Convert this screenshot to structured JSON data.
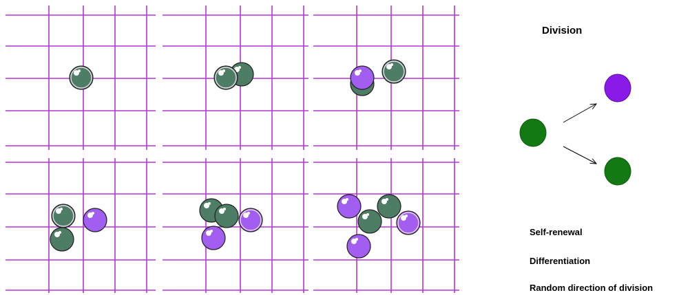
{
  "title": "Division",
  "labels": {
    "self_renewal": "Self-renewal",
    "differentiation": "Differentiation",
    "random_direction": "Random direction of division"
  },
  "colors": {
    "grid": "#b533d6",
    "stem": "#4d7e65",
    "diff": "#a15ef0",
    "legend_stem": "#137a13",
    "legend_diff": "#8a1ae8"
  },
  "panels": [
    {
      "cells": [
        {
          "type": "stem",
          "ring": true
        }
      ]
    },
    {
      "cells": [
        {
          "type": "stem",
          "ring": false
        },
        {
          "type": "stem",
          "ring": true
        }
      ]
    },
    {
      "cells": [
        {
          "type": "stem",
          "ring": false
        },
        {
          "type": "stem",
          "ring": true
        },
        {
          "type": "diff",
          "ring": false
        }
      ]
    },
    {
      "cells": [
        {
          "type": "stem",
          "ring": true
        },
        {
          "type": "diff",
          "ring": false
        },
        {
          "type": "stem",
          "ring": false
        }
      ]
    },
    {
      "cells": [
        {
          "type": "stem",
          "ring": false
        },
        {
          "type": "stem",
          "ring": false
        },
        {
          "type": "diff",
          "ring": true
        },
        {
          "type": "diff",
          "ring": false
        }
      ]
    },
    {
      "cells": [
        {
          "type": "diff",
          "ring": false
        },
        {
          "type": "stem",
          "ring": false
        },
        {
          "type": "stem",
          "ring": false
        },
        {
          "type": "diff",
          "ring": true
        },
        {
          "type": "diff",
          "ring": false
        }
      ]
    }
  ]
}
